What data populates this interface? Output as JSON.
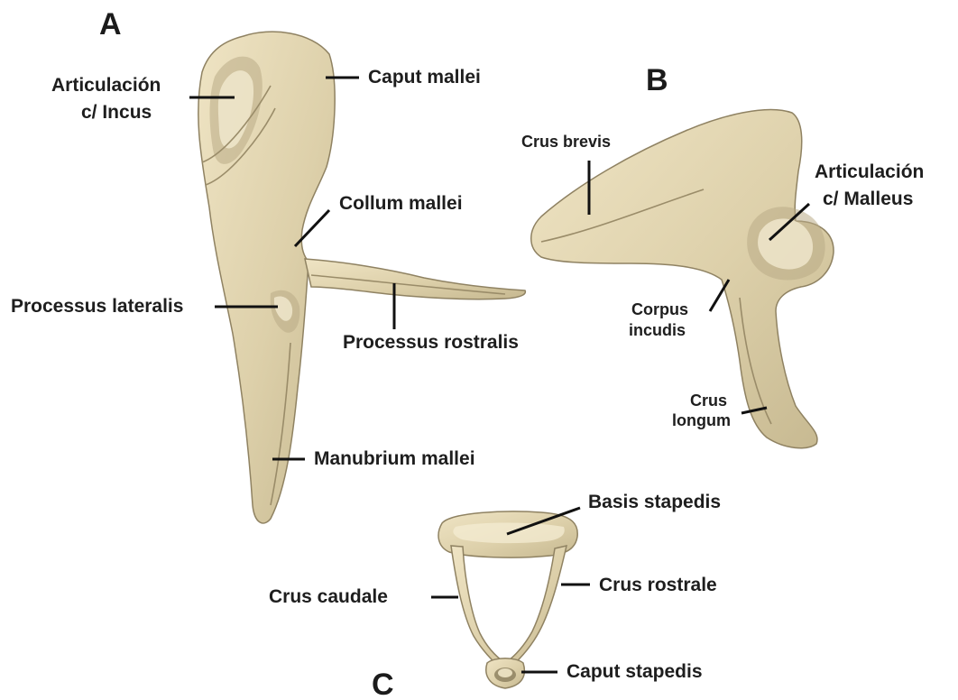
{
  "panels": {
    "a": {
      "letter": "A",
      "labels": {
        "articulacion_incus_1": "Articulación",
        "articulacion_incus_2": "c/ Incus",
        "caput_mallei": "Caput mallei",
        "collum_mallei": "Collum mallei",
        "processus_lateralis": "Processus lateralis",
        "processus_rostralis": "Processus rostralis",
        "manubrium_mallei": "Manubrium mallei"
      }
    },
    "b": {
      "letter": "B",
      "labels": {
        "crus_brevis": "Crus brevis",
        "articulacion_malleus_1": "Articulación",
        "articulacion_malleus_2": "c/ Malleus",
        "corpus_incudis_1": "Corpus",
        "corpus_incudis_2": "incudis",
        "crus_longum_1": "Crus",
        "crus_longum_2": "longum"
      }
    },
    "c": {
      "letter": "C",
      "labels": {
        "basis_stapedis": "Basis stapedis",
        "crus_caudale": "Crus caudale",
        "crus_rostrale": "Crus rostrale",
        "caput_stapedis": "Caput stapedis"
      }
    }
  },
  "colors": {
    "bone_fill": "#ddd0aa",
    "bone_shadow": "#b9ab86",
    "label_text": "#1e1e1e",
    "background": "#ffffff"
  }
}
